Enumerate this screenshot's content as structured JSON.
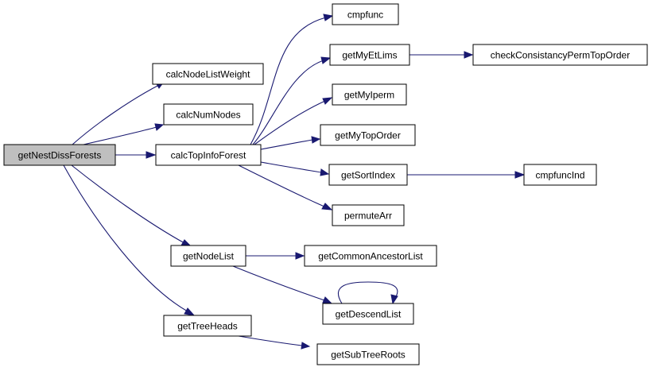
{
  "colors": {
    "edge": "#191970",
    "node_fill": "#ffffff",
    "root_fill": "#bfbfbf",
    "node_border": "#000000"
  },
  "nodes": {
    "root": {
      "label": "getNestDissForests",
      "is_root": true
    },
    "calcNodeListWeight": {
      "label": "calcNodeListWeight"
    },
    "calcNumNodes": {
      "label": "calcNumNodes"
    },
    "calcTopInfoForest": {
      "label": "calcTopInfoForest"
    },
    "getNodeList": {
      "label": "getNodeList"
    },
    "getTreeHeads": {
      "label": "getTreeHeads"
    },
    "cmpfunc": {
      "label": "cmpfunc"
    },
    "getMyEtLims": {
      "label": "getMyEtLims"
    },
    "getMyIperm": {
      "label": "getMyIperm"
    },
    "getMyTopOrder": {
      "label": "getMyTopOrder"
    },
    "getSortIndex": {
      "label": "getSortIndex"
    },
    "permuteArr": {
      "label": "permuteArr"
    },
    "getCommonAncestorList": {
      "label": "getCommonAncestorList"
    },
    "getDescendList": {
      "label": "getDescendList"
    },
    "getSubTreeRoots": {
      "label": "getSubTreeRoots"
    },
    "checkConsistancyPermTopOrder": {
      "label": "checkConsistancyPermTopOrder"
    },
    "cmpfuncInd": {
      "label": "cmpfuncInd"
    }
  },
  "edges": [
    {
      "from": "getNestDissForests",
      "to": "calcNodeListWeight"
    },
    {
      "from": "getNestDissForests",
      "to": "calcNumNodes"
    },
    {
      "from": "getNestDissForests",
      "to": "calcTopInfoForest"
    },
    {
      "from": "getNestDissForests",
      "to": "getNodeList"
    },
    {
      "from": "getNestDissForests",
      "to": "getTreeHeads"
    },
    {
      "from": "calcTopInfoForest",
      "to": "cmpfunc"
    },
    {
      "from": "calcTopInfoForest",
      "to": "getMyEtLims"
    },
    {
      "from": "calcTopInfoForest",
      "to": "getMyIperm"
    },
    {
      "from": "calcTopInfoForest",
      "to": "getMyTopOrder"
    },
    {
      "from": "calcTopInfoForest",
      "to": "getSortIndex"
    },
    {
      "from": "calcTopInfoForest",
      "to": "permuteArr"
    },
    {
      "from": "getMyEtLims",
      "to": "checkConsistancyPermTopOrder"
    },
    {
      "from": "getSortIndex",
      "to": "cmpfuncInd"
    },
    {
      "from": "getNodeList",
      "to": "getCommonAncestorList"
    },
    {
      "from": "getNodeList",
      "to": "getDescendList"
    },
    {
      "from": "getDescendList",
      "to": "getDescendList"
    },
    {
      "from": "getTreeHeads",
      "to": "getSubTreeRoots"
    }
  ]
}
